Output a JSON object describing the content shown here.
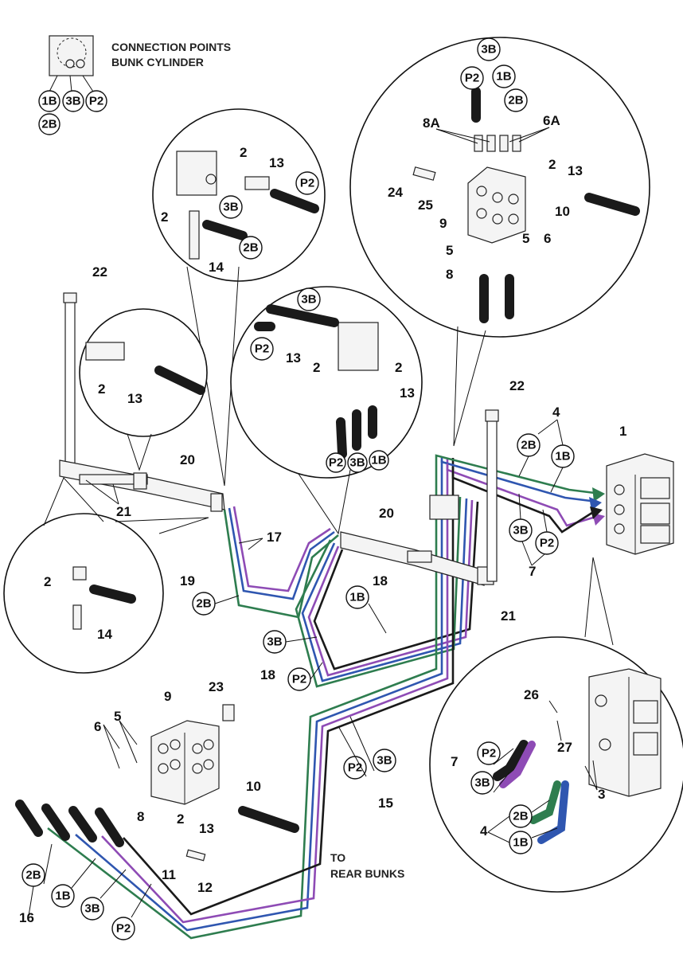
{
  "caption": {
    "line1": "CONNECTION POINTS",
    "line2": "BUNK CYLINDER"
  },
  "hose_ids": {
    "b1": "1B",
    "b2": "2B",
    "b3": "3B",
    "p2": "P2"
  },
  "part_numbers": {
    "n1": "1",
    "n2": "2",
    "n3": "3",
    "n4": "4",
    "n5": "5",
    "n6": "6",
    "n7": "7",
    "n8": "8",
    "n9": "9",
    "n10": "10",
    "n11": "11",
    "n12": "12",
    "n13": "13",
    "n14": "14",
    "n15": "15",
    "n16": "16",
    "n17": "17",
    "n18": "18",
    "n19": "19",
    "n20": "20",
    "n21": "21",
    "n22": "22",
    "n23": "23",
    "n24": "24",
    "n25": "25",
    "n26": "26",
    "n27": "27",
    "n6a": "6A",
    "n8a": "8A"
  },
  "rear_label": {
    "line1": "TO",
    "line2": "REAR BUNKS"
  },
  "colors": {
    "green": "#2e7d4f",
    "blue": "#2f56b0",
    "purple": "#8e4bb5",
    "black": "#1a1a1a"
  }
}
